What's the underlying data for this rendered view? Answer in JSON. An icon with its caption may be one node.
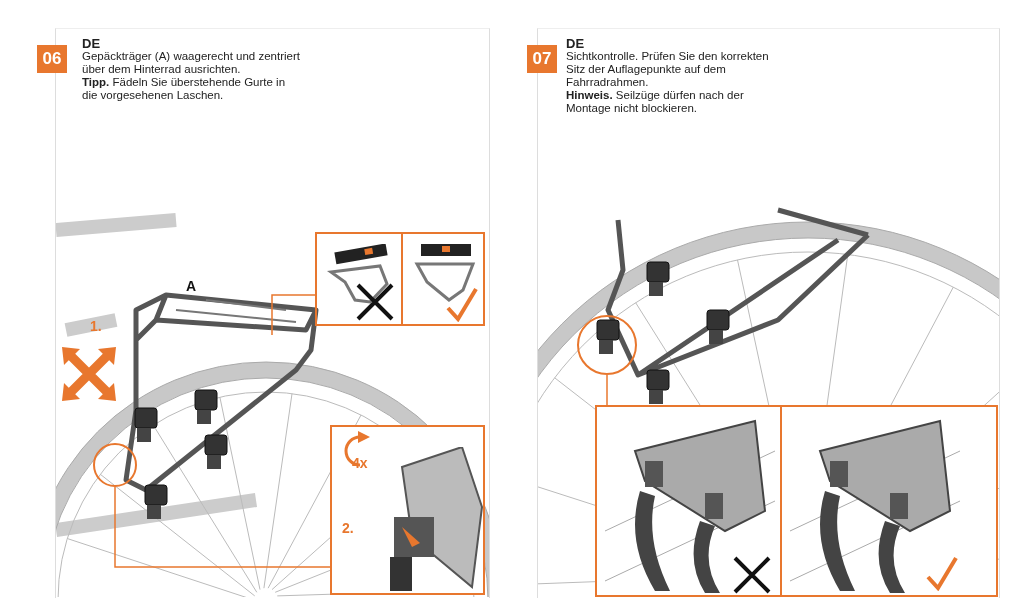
{
  "diagram": {
    "nodes": [
      {
        "text": [
          "06"
        ],
        "beside": [
          "DE",
          "Gepäckträger (A) waagerecht und zentriert über dem Hinterrad ausrichten.",
          "**Tipp.** Fädeln Sie überstehende Gurte in die vorgesehenen Laschen."
        ]
      },
      {
        "text": [],
        "shape": "box"
      },
      {
        "text": [],
        "shape": "circle"
      },
      {
        "text": [],
        "shape": "box"
      },
      {
        "text": [
          "07"
        ],
        "beside": [
          "DE",
          "Sichtkontrolle. Prüfen Sie den korrekten Sitz der Auflagepunkte auf dem Fahrradrahmen.",
          "**Hinweis.** Seilzüge dürfen nach der Montage nicht blockieren."
        ]
      },
      {
        "text": [],
        "shape": "circle"
      },
      {
        "text": [],
        "shape": "box"
      }
    ],
    "edges": [
      {
        "from": null,
        "to": 1,
        "arrow": "none"
      },
      {
        "from": 2,
        "to": 3,
        "arrow": "none"
      },
      {
        "from": 5,
        "to": 6,
        "arrow": "none"
      }
    ],
    "labels": [
      "A",
      "1.",
      "4x",
      "2."
    ]
  }
}
